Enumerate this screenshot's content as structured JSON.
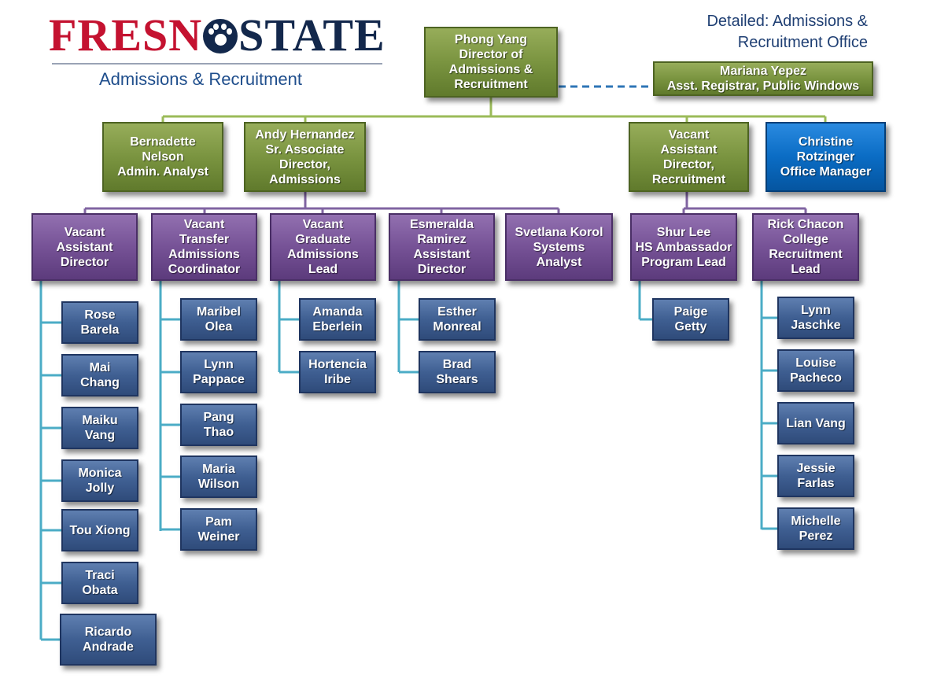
{
  "header": {
    "logo_word_left": "FRESN",
    "logo_word_right": "STATE",
    "logo_subtitle": "Admissions & Recruitment",
    "chart_title_line1": "Detailed: Admissions &",
    "chart_title_line2": "Recruitment Office"
  },
  "colors": {
    "green": "#7a9440",
    "purple": "#765296",
    "blue": "#3f5f92",
    "bright_blue": "#0a6cc4",
    "green_connector": "#9bbb59",
    "purple_connector": "#8064a2",
    "teal_connector": "#4bacc6",
    "dashed_connector": "#2e75b6"
  },
  "director": "Phong Yang\nDirector of\nAdmissions &\nRecruitment",
  "dotted_report": "Mariana Yepez\nAsst. Registrar, Public Windows",
  "level2": {
    "bernadette": "Bernadette\nNelson\nAdmin. Analyst",
    "andy": "Andy Hernandez\nSr. Associate\nDirector,\nAdmissions",
    "vacant_recruit": "Vacant\nAssistant\nDirector,\nRecruitment",
    "christine": "Christine\nRotzinger\nOffice Manager"
  },
  "admissions_leads": {
    "vacant_asst": "Vacant\nAssistant\nDirector",
    "vacant_transfer": "Vacant\nTransfer\nAdmissions\nCoordinator",
    "vacant_grad": "Vacant\nGraduate\nAdmissions\nLead",
    "esmeralda": "Esmeralda\nRamirez\nAssistant\nDirector",
    "svetlana": "Svetlana Korol\nSystems Analyst"
  },
  "recruitment_leads": {
    "shur": "Shur Lee\nHS Ambassador\nProgram Lead",
    "rick": "Rick Chacon\nCollege\nRecruitment\nLead"
  },
  "staff": {
    "vacant_asst": [
      "Rose\nBarela",
      "Mai\nChang",
      "Maiku\nVang",
      "Monica\nJolly",
      "Tou Xiong",
      "Traci\nObata",
      "Ricardo\nAndrade"
    ],
    "vacant_transfer": [
      "Maribel\nOlea",
      "Lynn\nPappace",
      "Pang\nThao",
      "Maria\nWilson",
      "Pam\nWeiner"
    ],
    "vacant_grad": [
      "Amanda\nEberlein",
      "Hortencia\nIribe"
    ],
    "esmeralda": [
      "Esther\nMonreal",
      "Brad\nShears"
    ],
    "shur": [
      "Paige\nGetty"
    ],
    "rick": [
      "Lynn\nJaschke",
      "Louise\nPacheco",
      "Lian Vang",
      "Jessie\nFarlas",
      "Michelle\nPerez"
    ]
  }
}
